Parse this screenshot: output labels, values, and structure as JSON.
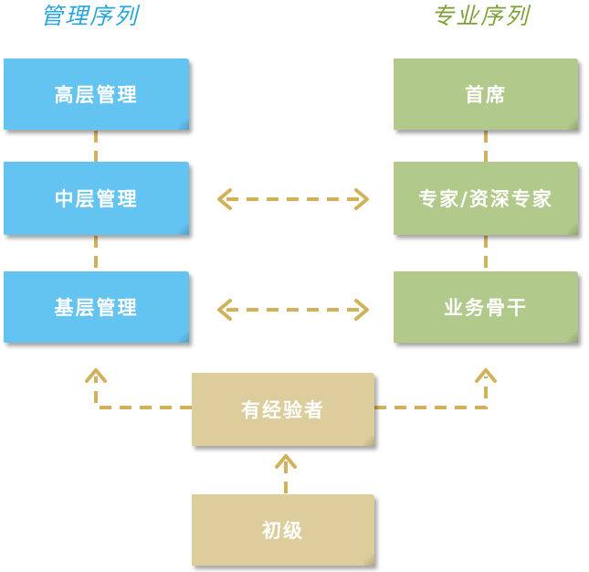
{
  "titles": {
    "management": "管理序列",
    "professional": "专业序列"
  },
  "management_track": {
    "senior": "高层管理",
    "middle": "中层管理",
    "junior": "基层管理"
  },
  "professional_track": {
    "chief": "首席",
    "expert": "专家/资深专家",
    "backbone": "业务骨干"
  },
  "common": {
    "experienced": "有经验者",
    "entry": "初级"
  },
  "colors": {
    "management_box": "#63c3f1",
    "professional_box": "#b1c98a",
    "common_box": "#ddcd9c",
    "connector": "#d2b15b",
    "management_title": "#2aa6dd",
    "professional_title": "#7fa13b"
  }
}
